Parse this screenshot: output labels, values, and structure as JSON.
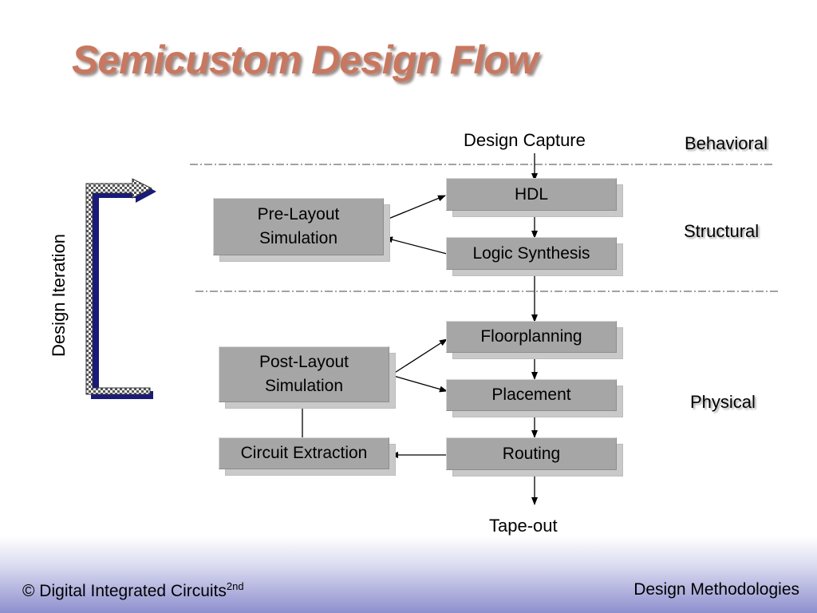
{
  "title": "Semicustom Design Flow",
  "flow": {
    "top_label": "Design Capture",
    "bottom_label": "Tape-out",
    "boxes": {
      "hdl": "HDL",
      "logic_synthesis": "Logic Synthesis",
      "pre_layout_simulation": "Pre-Layout\nSimulation",
      "floorplanning": "Floorplanning",
      "placement": "Placement",
      "routing": "Routing",
      "post_layout_simulation": "Post-Layout\nSimulation",
      "circuit_extraction": "Circuit Extraction"
    }
  },
  "levels": {
    "behavioral": "Behavioral",
    "structural": "Structural",
    "physical": "Physical"
  },
  "side_label": "Design Iteration",
  "footer": {
    "left": "© Digital Integrated Circuits",
    "left_superscript": "2nd",
    "right": "Design Methodologies"
  },
  "colors": {
    "title": "#c87860",
    "box_face": "#a6a6a6",
    "box_shadow": "#c9c9c9",
    "iteration_arrow": "#1a1a7a",
    "footer_gradient_end": "#8e8fce"
  }
}
